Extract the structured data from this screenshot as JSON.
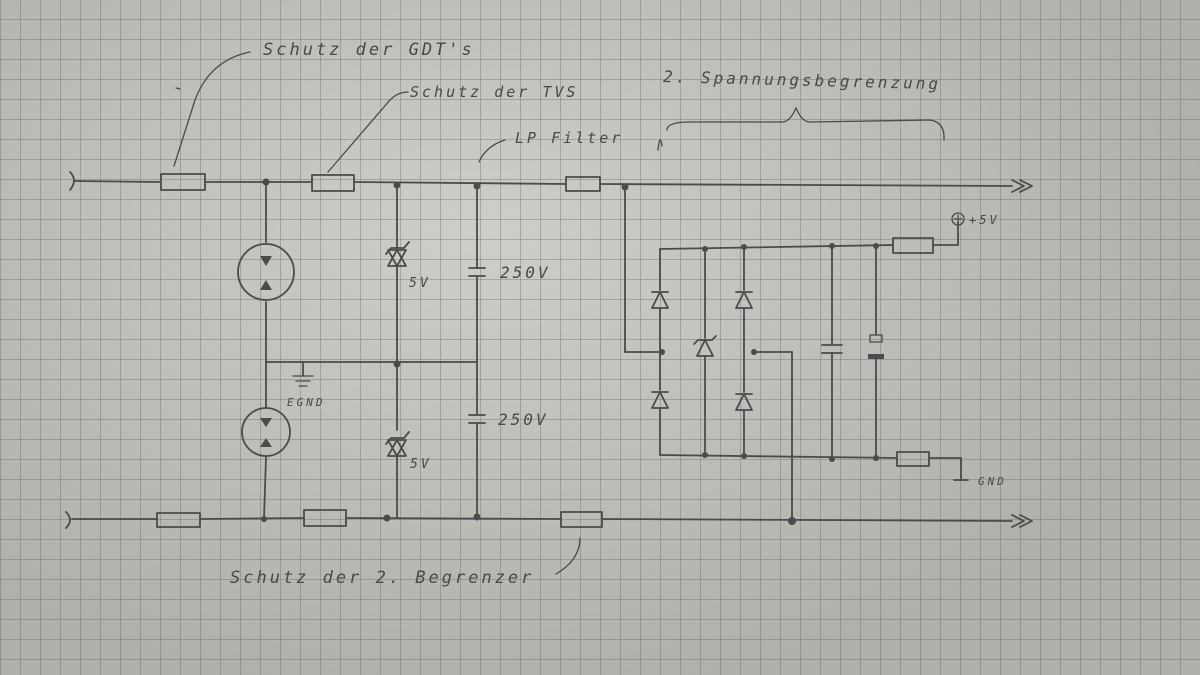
{
  "labels": {
    "schutz_gdt": "Schutz der GDT's",
    "schutz_tvs": "Schutz der TVS",
    "lp_filter": "LP Filter",
    "spannungsbegrenzung": "2. Spannungsbegrenzung",
    "schutz_begrenzer": "Schutz der 2. Begrenzer",
    "plus_5v": "+5V",
    "gnd_right": "GND",
    "gnd_earth": "EGND",
    "tvs_top_voltage": "5V",
    "tvs_bottom_voltage": "5V",
    "cap_top_voltage": "250V",
    "cap_bottom_voltage": "250V"
  }
}
